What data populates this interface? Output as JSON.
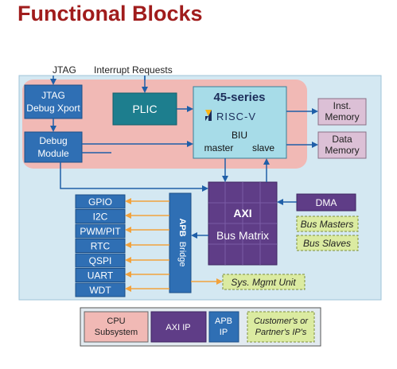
{
  "title": "Functional Blocks",
  "labels": {
    "jtag": "JTAG",
    "interrupt_requests": "Interrupt Requests",
    "jtag_debug_line1": "JTAG",
    "jtag_debug_line2": "Debug Xport",
    "debug_module_line1": "Debug",
    "debug_module_line2": "Module",
    "plic": "PLIC",
    "series": "45-series",
    "riscv_logo_text": "RISC-V",
    "biu": "BIU",
    "biu_master": "master",
    "biu_slave": "slave",
    "inst_memory_line1": "Inst.",
    "inst_memory_line2": "Memory",
    "data_memory_line1": "Data",
    "data_memory_line2": "Memory",
    "axi": "AXI",
    "bus_matrix": "Bus Matrix",
    "apb_bridge_line1": "APB",
    "apb_bridge_line2": "Bridge",
    "dma": "DMA",
    "bus_masters": "Bus Masters",
    "bus_slaves": "Bus Slaves",
    "sys_mgmt_unit": "Sys. Mgmt Unit"
  },
  "peripherals": [
    "GPIO",
    "I2C",
    "PWM/PIT",
    "RTC",
    "QSPI",
    "UART",
    "WDT"
  ],
  "legend": {
    "cpu_line1": "CPU",
    "cpu_line2": "Subsystem",
    "axi_ip": "AXI IP",
    "apb_line1": "APB",
    "apb_line2": "IP",
    "customer_line1": "Customer's or",
    "customer_line2": "Partner's IP's"
  },
  "colors": {
    "title": "#a01c1c",
    "background_panel": "#d4e8f2",
    "cpu_subsystem": "#f1b9b5",
    "blue_block": "#2f6fb4",
    "teal_block": "#1d7e8e",
    "axi_purple": "#5f3d87",
    "memory_mauve": "#dcc0d6",
    "customer_green": "#dbeba1",
    "arrow_blue": "#1f5fa8",
    "arrow_orange": "#f2a23c"
  }
}
